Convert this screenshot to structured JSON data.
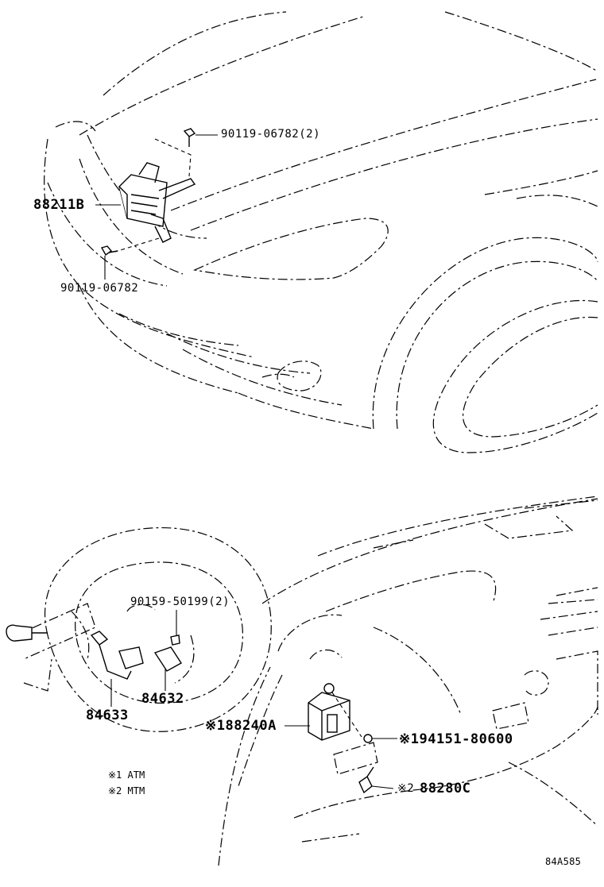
{
  "callouts": {
    "bolt_top": "90119-06782(2)",
    "sensor_front": "88211B",
    "bolt_front": "90119-06782",
    "screw_wheel": "90159-50199(2)",
    "switch_a": "84632",
    "switch_b": "84633",
    "ecu": "※188240A",
    "clip": "※194151-80600",
    "relay_mark": "※2",
    "relay": "88280C"
  },
  "legend": {
    "note_1": "※1 ATM",
    "note_2": "※2 MTM"
  },
  "figure_code": "84A585"
}
